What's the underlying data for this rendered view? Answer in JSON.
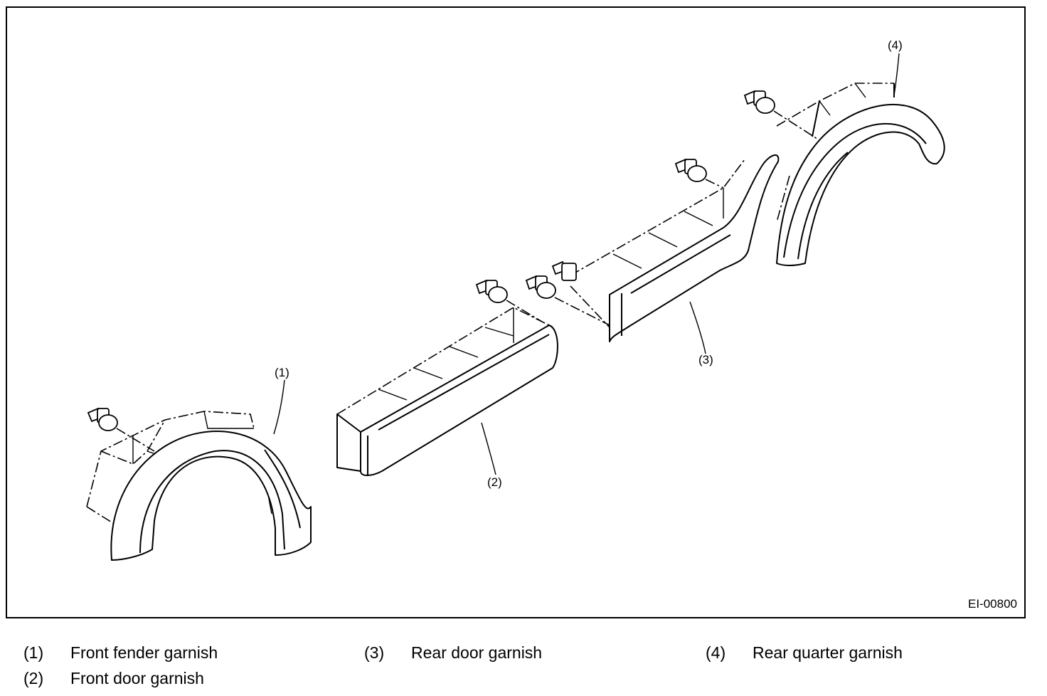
{
  "figure": {
    "id_label": "EI-00800",
    "callouts": [
      {
        "num": "(1)"
      },
      {
        "num": "(2)"
      },
      {
        "num": "(3)"
      },
      {
        "num": "(4)"
      }
    ]
  },
  "legend": [
    {
      "num": "(1)",
      "text": "Front fender garnish"
    },
    {
      "num": "(2)",
      "text": "Front door garnish"
    },
    {
      "num": "(3)",
      "text": "Rear door garnish"
    },
    {
      "num": "(4)",
      "text": "Rear quarter garnish"
    }
  ]
}
